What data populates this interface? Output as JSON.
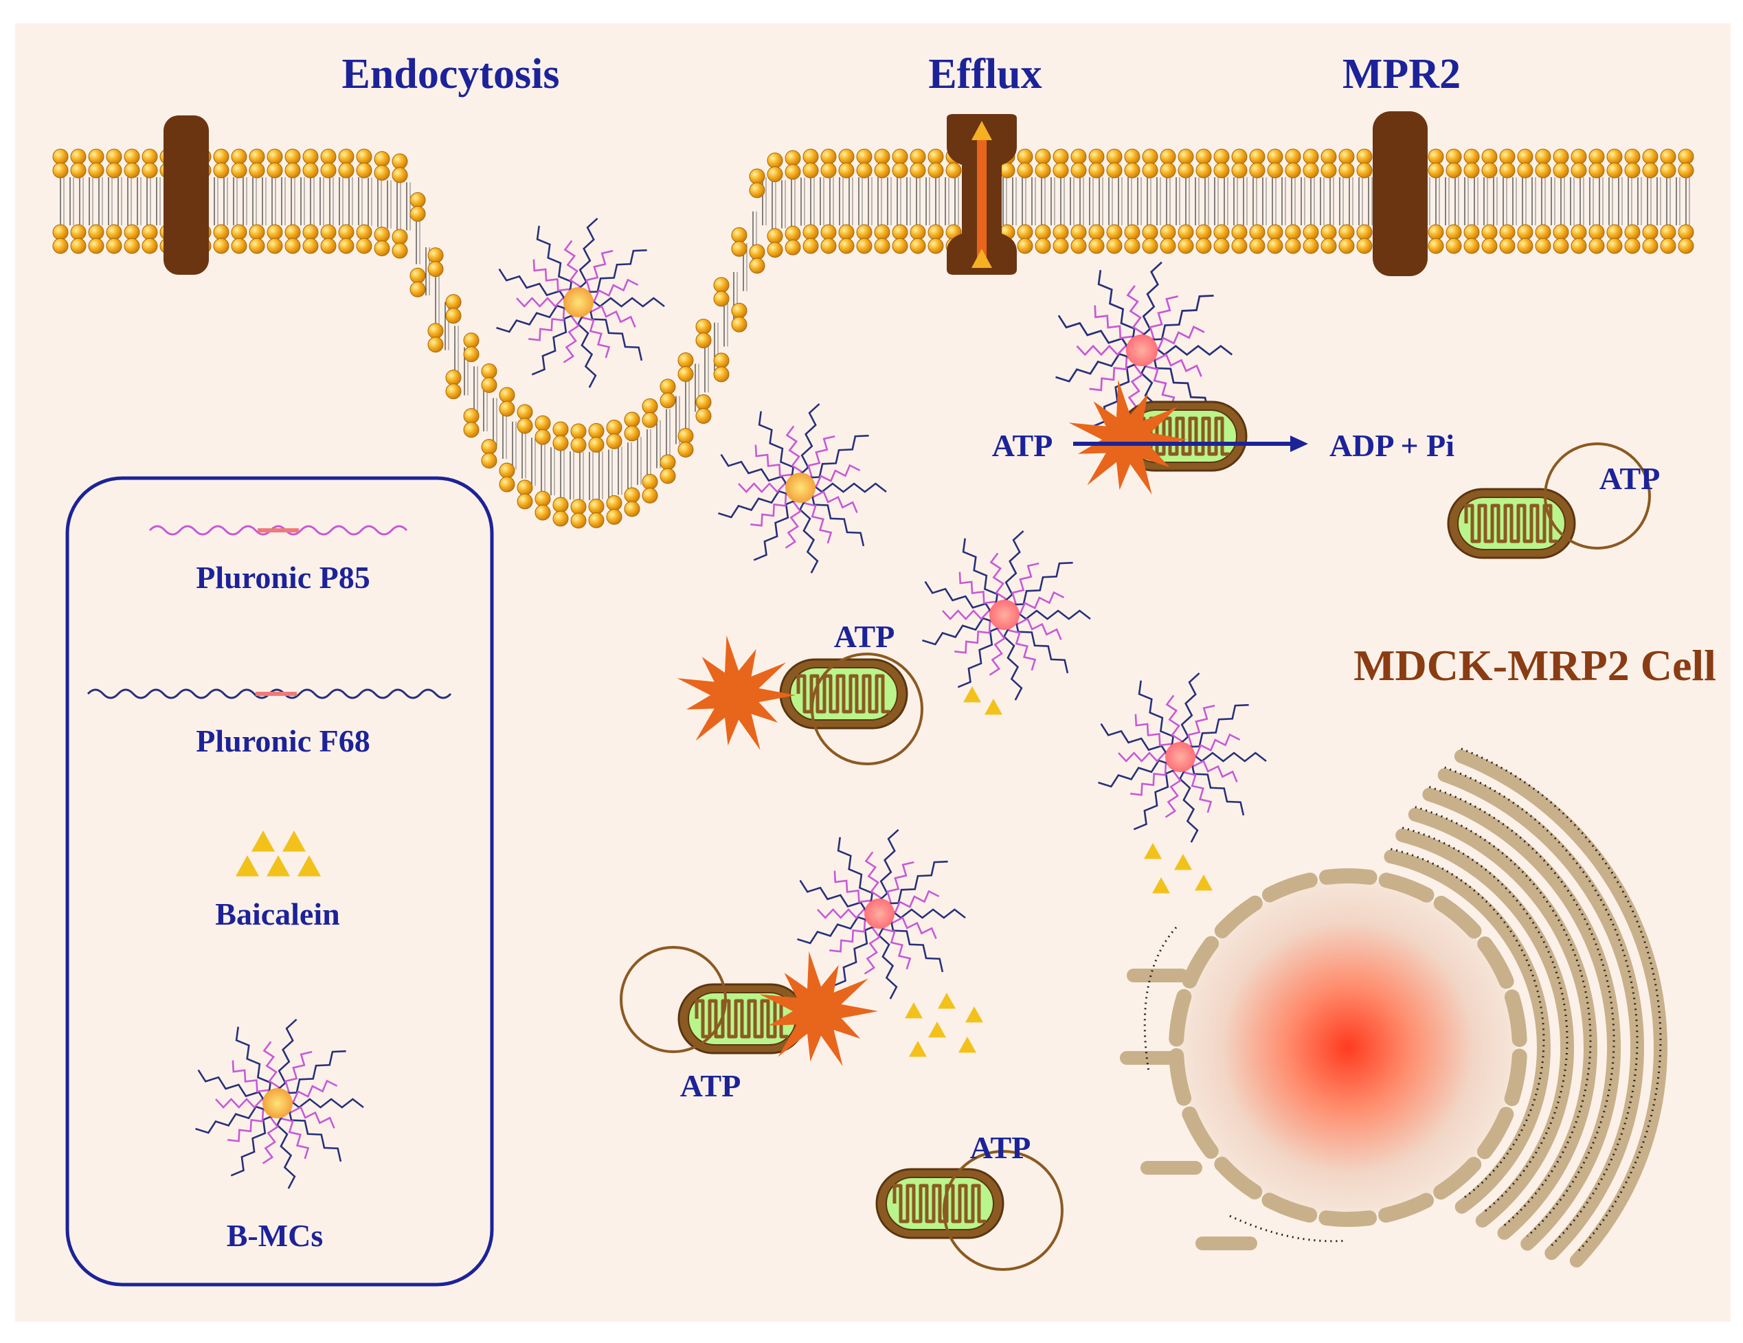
{
  "colors": {
    "background": "#fcf1e9",
    "label_blue": "#1c2399",
    "cell_brown": "#8a3c12",
    "lipid_head": "#f7b021",
    "transporter": "#6b3512",
    "p85_chain": "#c65ad6",
    "f68_chain": "#28307a",
    "core_pink": "#ff7a7a",
    "baicalein": "#f2c21b",
    "starburst": "#e8651c",
    "mitochondria_outer": "#8b5a22",
    "mitochondria_inner": "#b9f58a",
    "er_fill": "#c8b08a",
    "nucleus_center": "#ff3b1f"
  },
  "labels": {
    "endocytosis": "Endocytosis",
    "efflux": "Efflux",
    "mpr2": "MPR2",
    "atp_main": "ATP",
    "adp_pi": "ADP + Pi",
    "atp_1": "ATP",
    "atp_2": "ATP",
    "atp_3": "ATP",
    "atp_4": "ATP",
    "cell": "MDCK-MRP2 Cell"
  },
  "legend": {
    "p85": "Pluronic P85",
    "f68": "Pluronic F68",
    "baicalein": "Baicalein",
    "bmcs": "B-MCs"
  },
  "icons": {
    "micelle": "micelle-icon",
    "mitochondrion": "mitochondrion-icon",
    "starburst": "starburst-icon",
    "transporter": "transporter-icon",
    "nucleus": "nucleus-icon",
    "er": "endoplasmic-reticulum-icon"
  }
}
